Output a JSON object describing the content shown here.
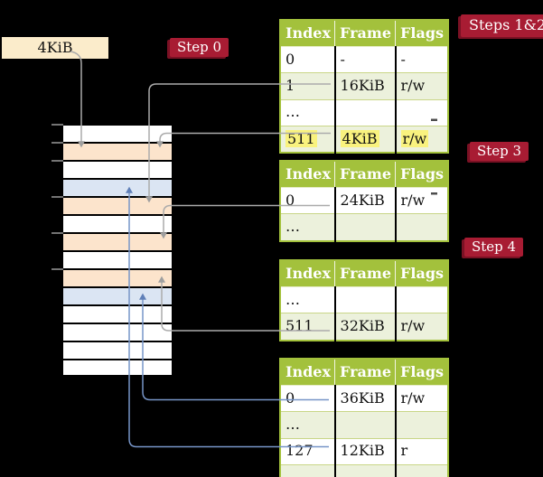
{
  "frame_size_box": {
    "label": "4KiB"
  },
  "step_labels": {
    "step0": "Step 0",
    "steps12": "Steps 1&2",
    "step3": "Step 3",
    "step4": "Step 4"
  },
  "memory": {
    "rows": [
      {
        "fill": "white"
      },
      {
        "fill": "orange"
      },
      {
        "fill": "white"
      },
      {
        "fill": "blue"
      },
      {
        "fill": "orange"
      },
      {
        "fill": "white"
      },
      {
        "fill": "orange"
      },
      {
        "fill": "white"
      },
      {
        "fill": "orange"
      },
      {
        "fill": "blue"
      },
      {
        "fill": "white"
      },
      {
        "fill": "white"
      },
      {
        "fill": "white"
      },
      {
        "fill": "white"
      }
    ]
  },
  "tables": [
    {
      "id": "table-1",
      "headers": [
        "Index",
        "Frame",
        "Flags"
      ],
      "rows": [
        {
          "cells": [
            "0",
            "-",
            "-"
          ],
          "shaded": false,
          "highlight": false
        },
        {
          "cells": [
            "1",
            "16KiB",
            "r/w"
          ],
          "shaded": true,
          "highlight": false
        },
        {
          "cells": [
            "…",
            "",
            ""
          ],
          "shaded": false,
          "highlight": false
        },
        {
          "cells": [
            "511",
            "4KiB",
            "r/w"
          ],
          "shaded": true,
          "highlight": true
        }
      ]
    },
    {
      "id": "table-2",
      "headers": [
        "Index",
        "Frame",
        "Flags"
      ],
      "rows": [
        {
          "cells": [
            "0",
            "24KiB",
            "r/w"
          ],
          "shaded": false,
          "highlight": false
        },
        {
          "cells": [
            "…",
            "",
            ""
          ],
          "shaded": true,
          "highlight": false
        }
      ]
    },
    {
      "id": "table-3",
      "headers": [
        "Index",
        "Frame",
        "Flags"
      ],
      "rows": [
        {
          "cells": [
            "…",
            "",
            ""
          ],
          "shaded": false,
          "highlight": false
        },
        {
          "cells": [
            "511",
            "32KiB",
            "r/w"
          ],
          "shaded": true,
          "highlight": false
        }
      ]
    },
    {
      "id": "table-4",
      "headers": [
        "Index",
        "Frame",
        "Flags"
      ],
      "rows": [
        {
          "cells": [
            "0",
            "36KiB",
            "r/w"
          ],
          "shaded": false,
          "highlight": false
        },
        {
          "cells": [
            "…",
            "",
            ""
          ],
          "shaded": true,
          "highlight": false
        },
        {
          "cells": [
            "127",
            "12KiB",
            "r"
          ],
          "shaded": false,
          "highlight": false
        },
        {
          "cells": [
            "…",
            "",
            ""
          ],
          "shaded": true,
          "highlight": false
        }
      ]
    }
  ],
  "colors": {
    "background": "#000000",
    "table_header_green": "#a3c13c",
    "table_border_green": "#a3c13c",
    "table_row_shade": "#ecf1dc",
    "highlight_yellow": "#f9f27e",
    "badge_red": "#a81c33",
    "badge_red_dark": "#7a1124",
    "frame_box_cream": "#fbeccb",
    "memory_orange": "#fce4cc",
    "memory_blue": "#dbe5f3",
    "connector_gray": "#ababab",
    "connector_blue": "#7795c8"
  }
}
